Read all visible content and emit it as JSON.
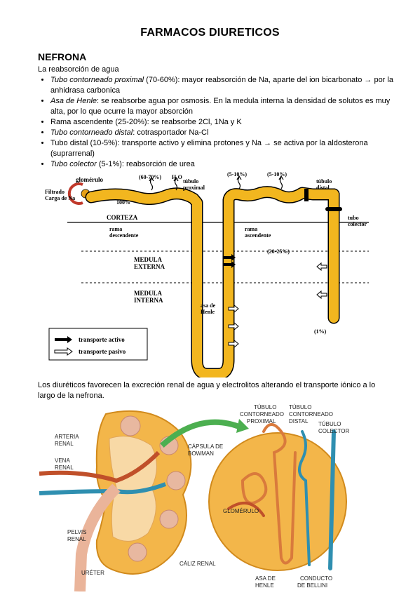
{
  "doc": {
    "title": "FARMACOS DIURETICOS",
    "section": "NEFRONA",
    "intro": "La reabsorción de agua",
    "bullets": [
      {
        "term": "Tubo contorneado proximal",
        "italic": true,
        "text": " (70-60%): mayor reabsorción de Na, aparte del ion bicarbonato → por la anhidrasa carbonica"
      },
      {
        "term": "Asa de Henle",
        "italic": true,
        "text": ": se reabsorbe agua por osmosis. En la medula interna la densidad de solutos es muy alta, por lo que ocurre la mayor absorción"
      },
      {
        "term": "Rama ascendente",
        "italic": false,
        "text": " (25-20%): se reabsorbe 2Cl, 1Na y K"
      },
      {
        "term": "Tubo contorneado distal",
        "italic": true,
        "text": ": cotrasportador Na-Cl"
      },
      {
        "term": "Tubo distal",
        "italic": false,
        "text": " (10-5%): transporte activo y elimina protones y Na → se activa por la aldosterona (suprarrenal)"
      },
      {
        "term": "Tubo colector",
        "italic": true,
        "text": " (5-1%): reabsorción de urea"
      }
    ],
    "paragraph": "Los diuréticos favorecen la excreción renal de agua y electrolitos alterando el transporte iónico a lo largo de la nefrona."
  },
  "diagram1": {
    "glomerulo": "glomérulo",
    "filtrado": "Filtrado",
    "carga": "Carga de Na",
    "pct_filtrado": "100%",
    "pct_proximal": "(60-70%)",
    "h2o": "H₂O",
    "tubulo_proximal": [
      "túbulo",
      "proximal"
    ],
    "pct_asc1": "(5-10%)",
    "pct_asc2": "(5-10%)",
    "tubulo_distal": [
      "túbulo",
      "distal"
    ],
    "corteza": "CORTEZA",
    "rama_desc": [
      "rama",
      "descendente"
    ],
    "rama_asc": [
      "rama",
      "ascendente"
    ],
    "pct_asc": "(20-25%)",
    "tubo_colector": [
      "tubo",
      "colector"
    ],
    "medula_ext": [
      "MEDULA",
      "EXTERNA"
    ],
    "medula_int": [
      "MEDULA",
      "INTERNA"
    ],
    "asa_henle": [
      "asa de",
      "Henle"
    ],
    "pct_final": "(1%)",
    "legend_activo": "transporte activo",
    "legend_pasivo": "transporte pasivo"
  },
  "diagram2": {
    "arteria": [
      "ARTERIA",
      "RENAL"
    ],
    "vena": [
      "VENA",
      "RENAL"
    ],
    "pelvis": [
      "PELVIS",
      "RENAL"
    ],
    "ureter": "URÉTER",
    "caliz": "CÁLIZ RENAL",
    "capsula": [
      "CÁPSULA DE",
      "BOWMAN"
    ],
    "glomerulo": "GLOMÉRULO",
    "tcp": [
      "TÚBULO",
      "CONTORNEADO",
      "PROXIMAL"
    ],
    "tcd": [
      "TÚBULO",
      "CONTORNEADO",
      "DISTAL"
    ],
    "tc": [
      "TÚBULO",
      "COLECTOR"
    ],
    "asa": [
      "ASA DE",
      "HENLE"
    ],
    "bellini": [
      "CONDUCTO",
      "DE BELLINI"
    ]
  }
}
